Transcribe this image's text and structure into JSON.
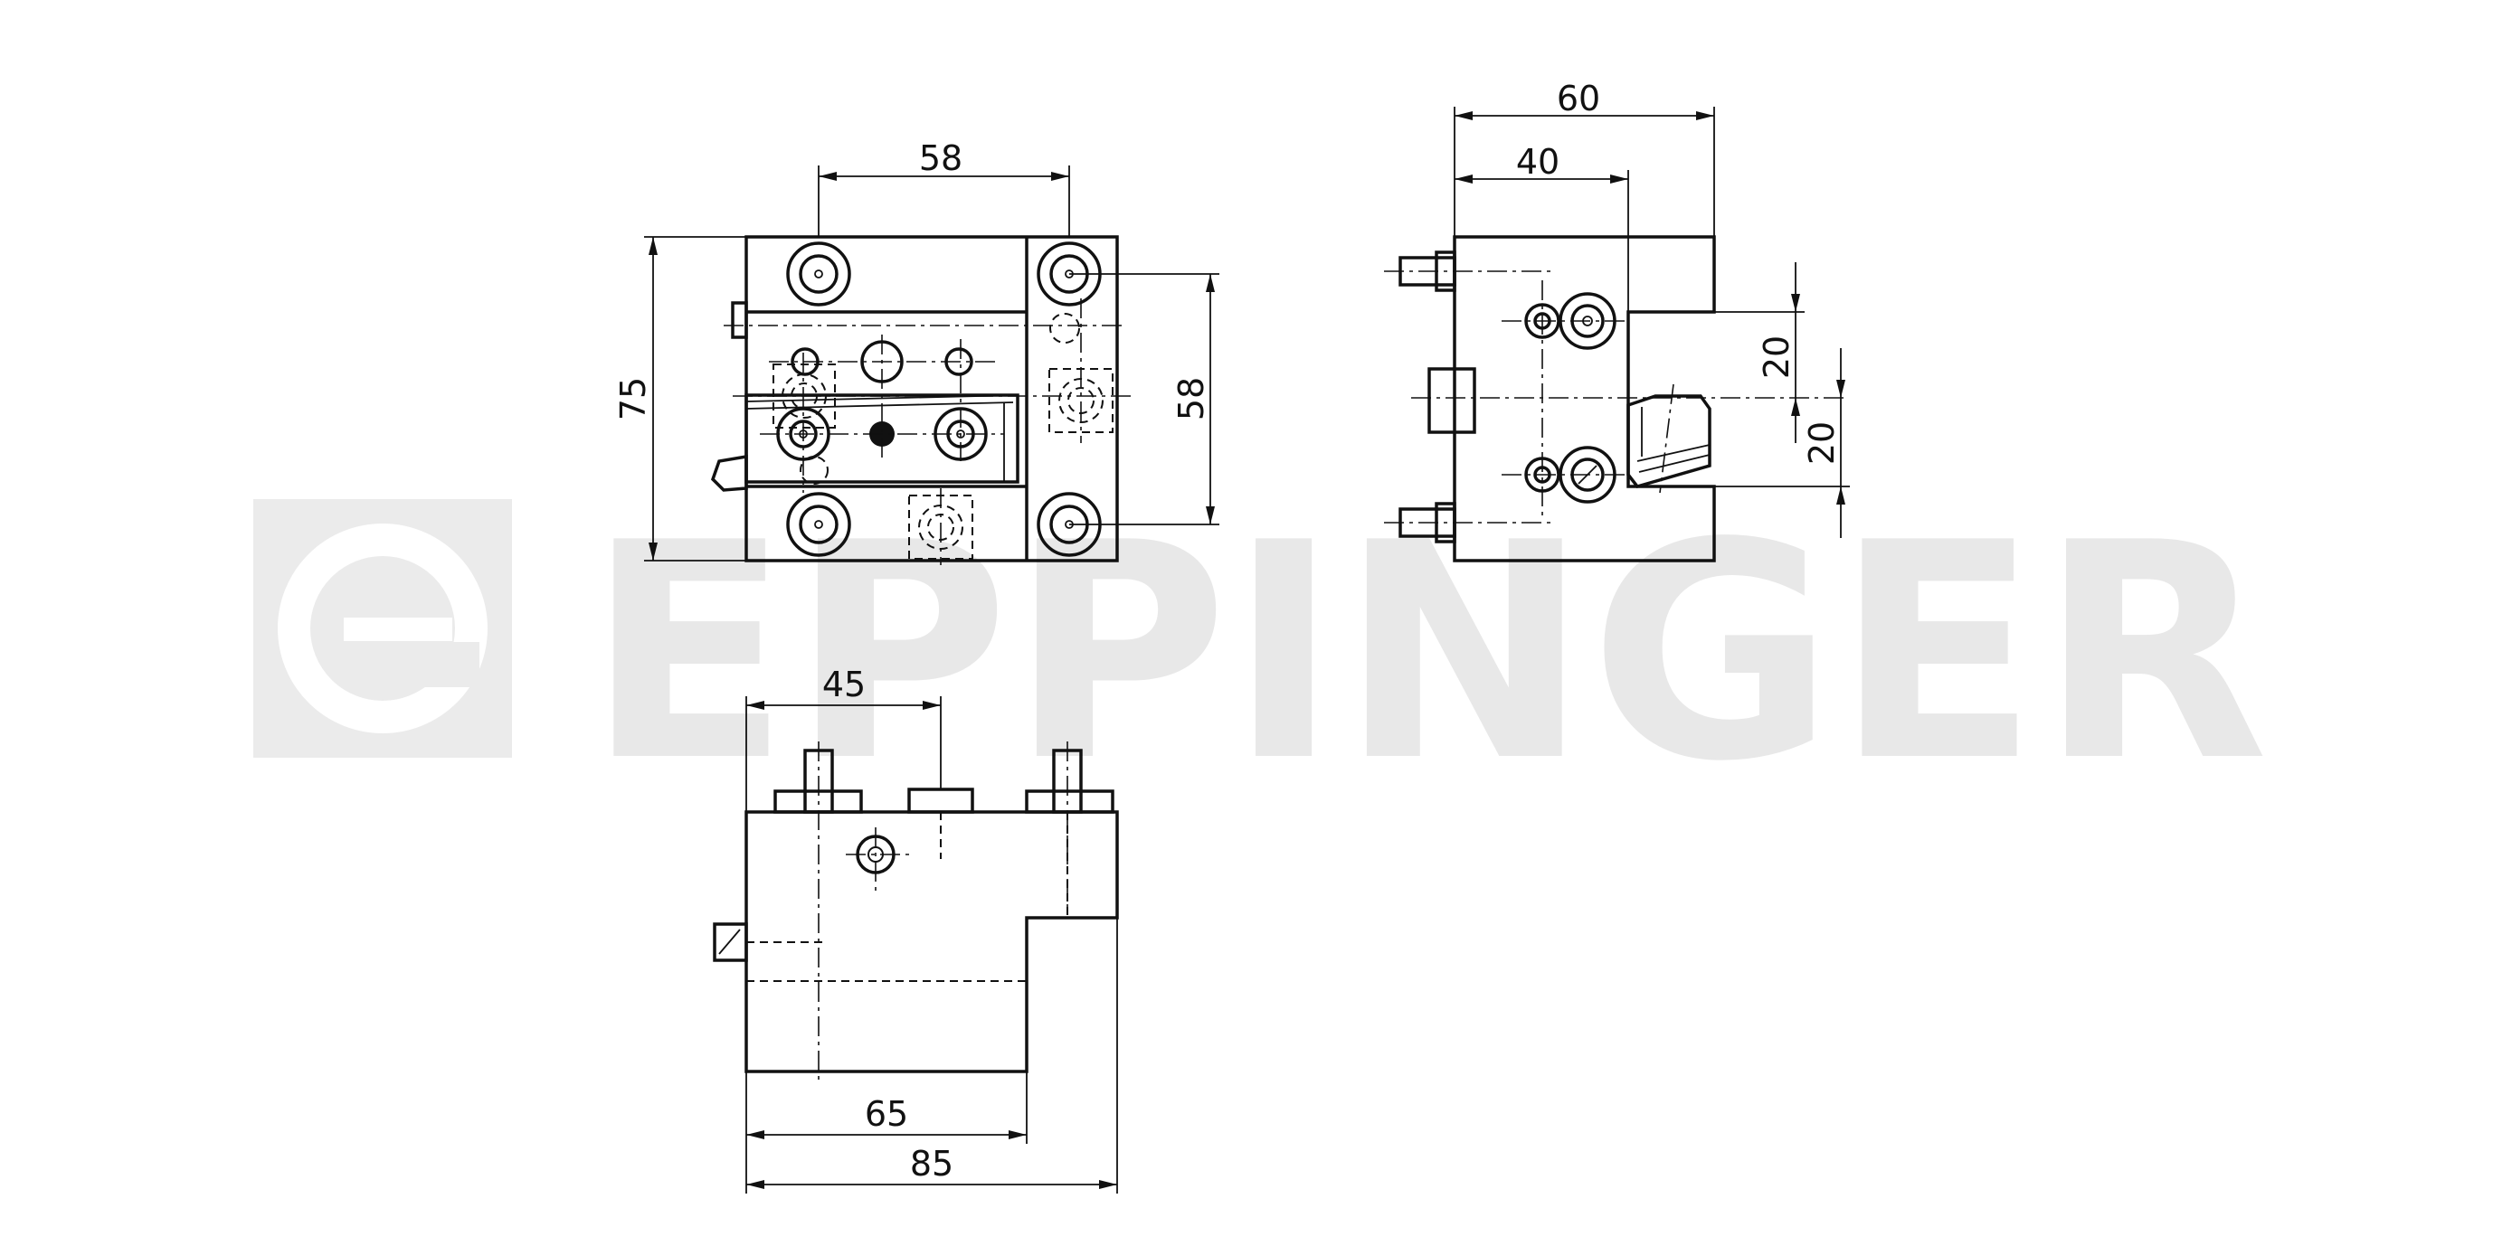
{
  "watermark": {
    "text": "EPPINGER",
    "color": "#e8e8e8"
  },
  "dimensions": {
    "front_top_width": "58",
    "front_height": "75",
    "front_right_height": "58",
    "side_total_width": "60",
    "side_partial_width": "40",
    "side_offset_upper": "20",
    "side_offset_lower": "20",
    "bottom_offset": "45",
    "bottom_inner_width": "65",
    "bottom_total_width": "85"
  }
}
